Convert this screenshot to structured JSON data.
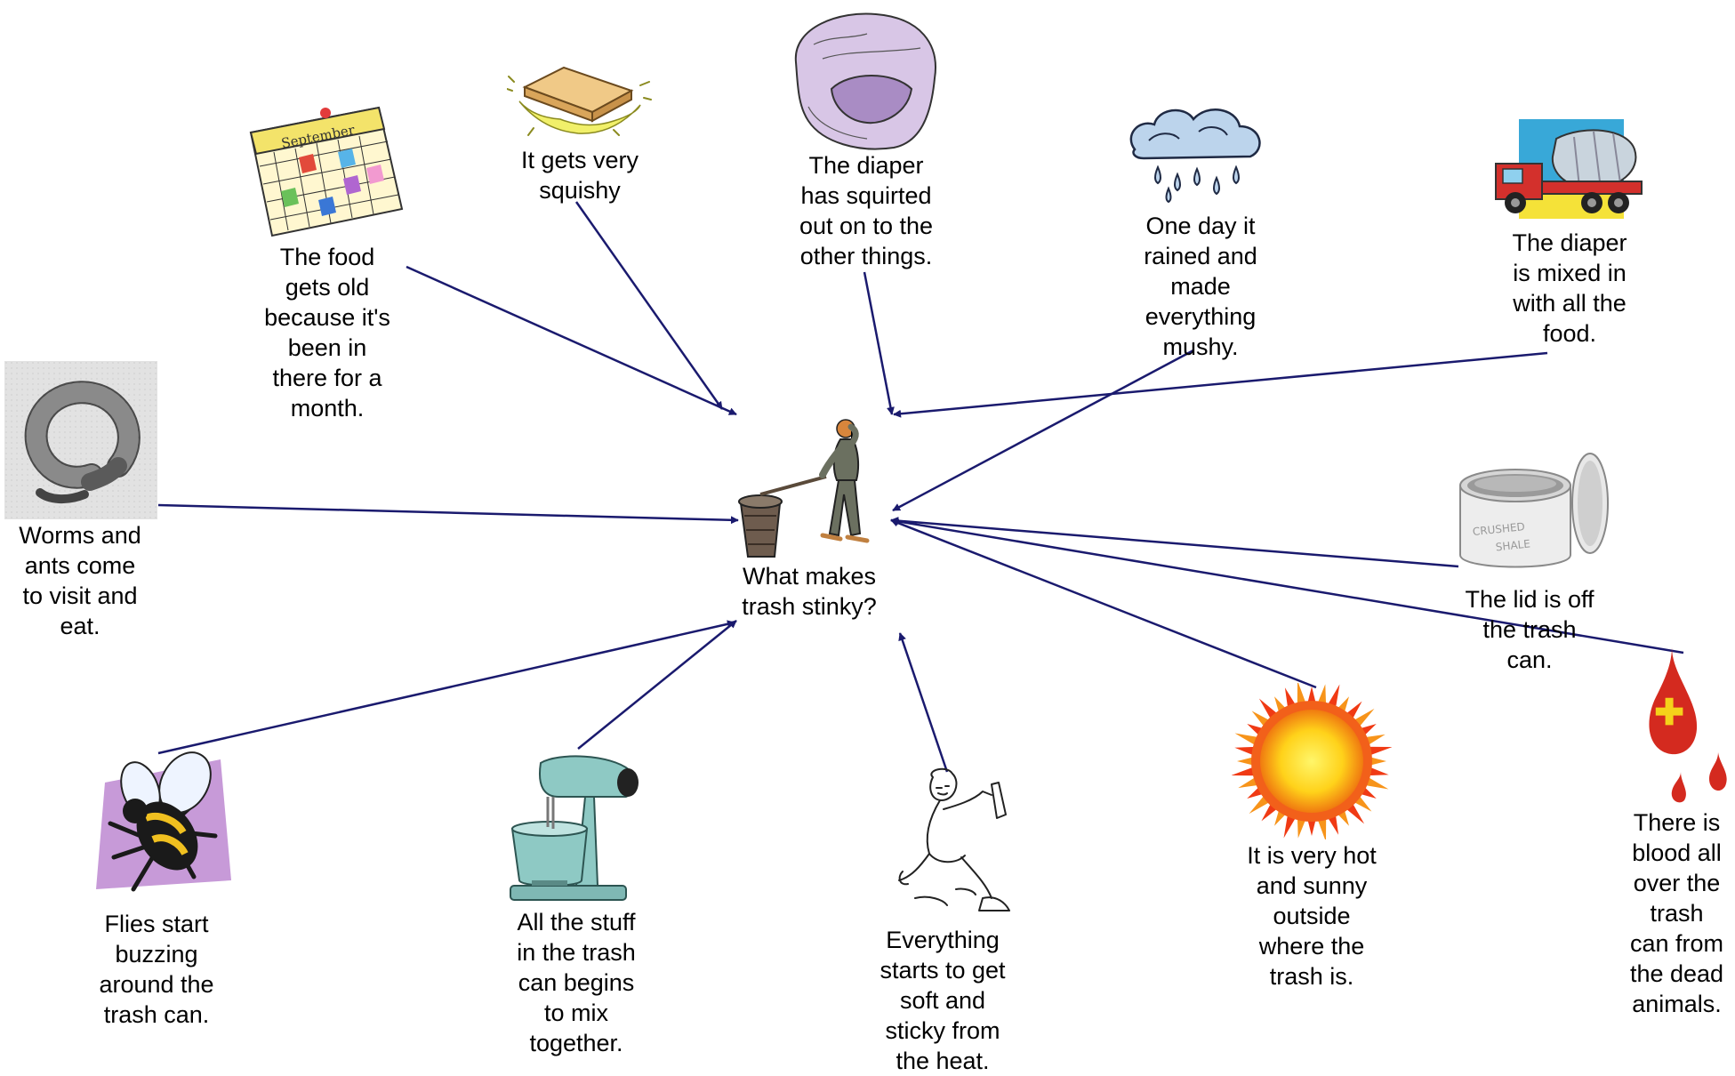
{
  "diagram": {
    "center": {
      "label": "What makes\ntrash stinky?",
      "icon": "man-with-trash-can-icon"
    },
    "nodes": [
      {
        "id": "worms",
        "label": "Worms and\nants come\nto visit and\neat.",
        "icon": "millipede-icon"
      },
      {
        "id": "food-old",
        "label": "The food\ngets old\nbecause it's\nbeen in\nthere for a\nmonth.",
        "icon": "calendar-icon"
      },
      {
        "id": "squishy",
        "label": "It gets very\nsquishy",
        "icon": "sandwich-icon"
      },
      {
        "id": "diaper-squirted",
        "label": "The diaper\nhas squirted\nout on to the\nother things.",
        "icon": "diaper-icon"
      },
      {
        "id": "rained",
        "label": "One day it\nrained and\nmade\neverything\nmushy.",
        "icon": "rain-cloud-icon"
      },
      {
        "id": "diaper-mixed",
        "label": "The diaper\nis mixed in\nwith all the\nfood.",
        "icon": "cement-mixer-truck-icon"
      },
      {
        "id": "lid-off",
        "label": "The lid is off\nthe trash\ncan.",
        "icon": "open-jar-icon"
      },
      {
        "id": "blood",
        "label": "There is\nblood all\nover the\ntrash\ncan from\nthe dead\nanimals.",
        "icon": "blood-drops-icon"
      },
      {
        "id": "hot-sunny",
        "label": "It is very hot\nand sunny\noutside\nwhere the\ntrash is.",
        "icon": "sun-icon"
      },
      {
        "id": "sticky",
        "label": "Everything\nstarts to get\nsoft and\nsticky from\nthe heat.",
        "icon": "sticky-man-icon"
      },
      {
        "id": "mix",
        "label": "All the stuff\nin the trash\ncan begins\nto mix\ntogether.",
        "icon": "stand-mixer-icon"
      },
      {
        "id": "flies",
        "label": "Flies start\nbuzzing\naround the\ntrash can.",
        "icon": "bee-icon"
      }
    ],
    "edges": [
      {
        "from": "worms",
        "to": "center"
      },
      {
        "from": "food-old",
        "to": "center"
      },
      {
        "from": "squishy",
        "to": "center"
      },
      {
        "from": "diaper-squirted",
        "to": "center"
      },
      {
        "from": "rained",
        "to": "center"
      },
      {
        "from": "diaper-mixed",
        "to": "center"
      },
      {
        "from": "lid-off",
        "to": "center"
      },
      {
        "from": "blood",
        "to": "center"
      },
      {
        "from": "hot-sunny",
        "to": "center"
      },
      {
        "from": "sticky",
        "to": "center"
      },
      {
        "from": "mix",
        "to": "center"
      },
      {
        "from": "flies",
        "to": "center"
      }
    ],
    "colors": {
      "arrow": "#1a1a6e",
      "text": "#000000"
    }
  }
}
